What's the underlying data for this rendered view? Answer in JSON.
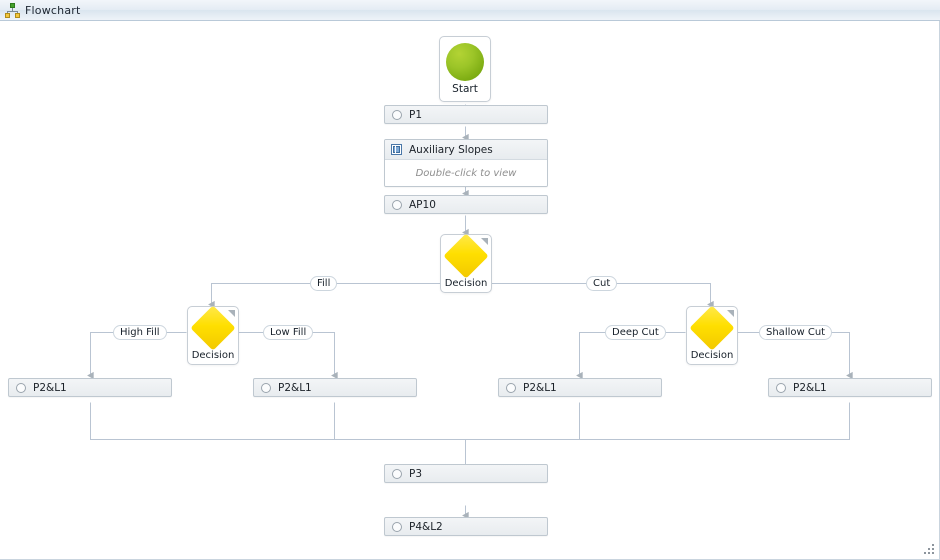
{
  "window": {
    "title": "Flowchart",
    "icon": "flowchart-icon"
  },
  "nodes": {
    "start": {
      "label": "Start",
      "icon": "green-circle-icon"
    },
    "p1": {
      "label": "P1",
      "icon": "circle-step-icon"
    },
    "auxiliary_slopes": {
      "title": "Auxiliary Slopes",
      "hint": "Double-click to view",
      "icon": "subprocess-icon"
    },
    "ap10": {
      "label": "AP10",
      "icon": "circle-step-icon"
    },
    "decision_main": {
      "label": "Decision",
      "icon": "yellow-diamond-icon"
    },
    "decision_fill": {
      "label": "Decision",
      "icon": "yellow-diamond-icon"
    },
    "decision_cut": {
      "label": "Decision",
      "icon": "yellow-diamond-icon"
    },
    "p2l1_a": {
      "label": "P2&L1",
      "icon": "circle-step-icon"
    },
    "p2l1_b": {
      "label": "P2&L1",
      "icon": "circle-step-icon"
    },
    "p2l1_c": {
      "label": "P2&L1",
      "icon": "circle-step-icon"
    },
    "p2l1_d": {
      "label": "P2&L1",
      "icon": "circle-step-icon"
    },
    "p3": {
      "label": "P3",
      "icon": "circle-step-icon"
    },
    "p4l2": {
      "label": "P4&L2",
      "icon": "circle-step-icon"
    }
  },
  "edge_labels": {
    "fill": "Fill",
    "cut": "Cut",
    "high_fill": "High Fill",
    "low_fill": "Low Fill",
    "deep_cut": "Deep Cut",
    "shallow_cut": "Shallow Cut"
  },
  "colors": {
    "start_node": "#9cc528",
    "decision_node": "#ffdf00",
    "connector": "#b9c4d2",
    "box_fill": "#eceff2",
    "box_border": "#bfc8d0",
    "titlebar": "#e4ecf4"
  },
  "controls": {
    "resize_grip": "resize-grip"
  }
}
